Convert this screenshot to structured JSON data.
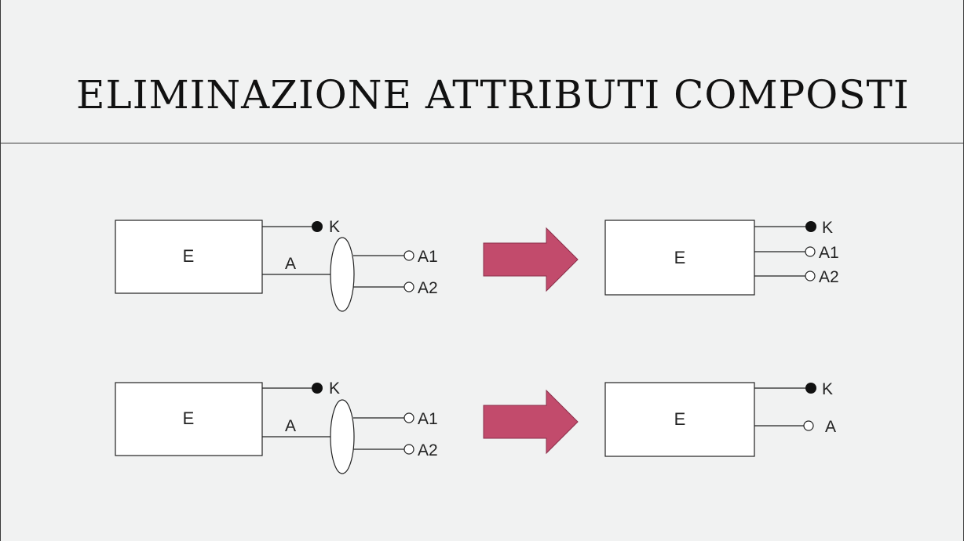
{
  "slide": {
    "title": "ELIMINAZIONE ATTRIBUTI COMPOSTI"
  },
  "colors": {
    "arrow": "#c24b6c",
    "line": "#222222",
    "background": "#f1f2f2"
  },
  "rows": [
    {
      "left": {
        "entity": "E",
        "key": "K",
        "composite": "A",
        "sub1": "A1",
        "sub2": "A2"
      },
      "right": {
        "entity": "E",
        "key": "K",
        "attr1": "A1",
        "attr2": "A2"
      }
    },
    {
      "left": {
        "entity": "E",
        "key": "K",
        "composite": "A",
        "sub1": "A1",
        "sub2": "A2"
      },
      "right": {
        "entity": "E",
        "key": "K",
        "attr1": "A"
      }
    }
  ]
}
